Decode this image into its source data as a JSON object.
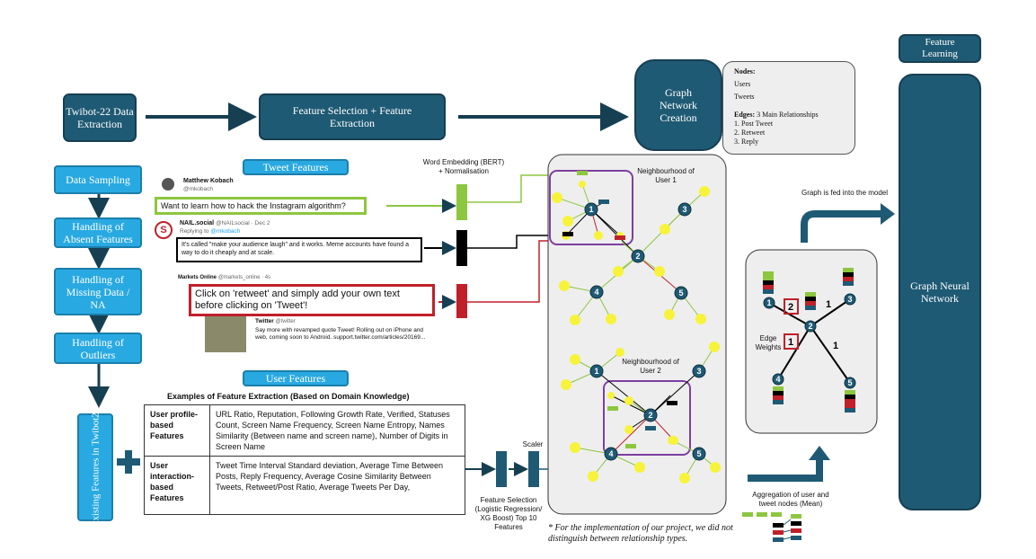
{
  "top_row": {
    "twibot": "Twibot-22 Data Extraction",
    "feature_sel": "Feature Selection + Feature Extraction",
    "graph_net": "Graph Network Creation",
    "feature_learning": "Feature Learning",
    "gnn": "Graph Neural Network"
  },
  "legend": {
    "nodes_title": "Nodes:",
    "users": "Users",
    "tweets": "Tweets",
    "edges_title": "Edges:",
    "edges_sub": "3 Main Relationships",
    "rel": [
      "1.   Post Tweet",
      "2.   Retweet",
      "3.   Reply"
    ]
  },
  "pipeline": [
    "Data Sampling",
    "Handling of Absent Features",
    "Handling of Missing Data / NA",
    "Handling of Outliers"
  ],
  "existing": "Existing Features in Twibot22",
  "tweet_features": "Tweet Features",
  "user_features": "User Features",
  "word_embed": "Word Embedding (BERT) + Normalisation",
  "tweets": {
    "t1_name": "Matthew Kobach",
    "t1_handle": "@mkobach",
    "t1_text": "Want to learn how to hack the Instagram algorithm?",
    "t2_name": "NAIL.social",
    "t2_handle": "@NAILsocial · Dec 2",
    "t2_reply": "Replying to",
    "t2_reply_to": "@mkobach",
    "t2_text": "It's called \"make your audience laugh\" and it works. Meme accounts have found a way to do it cheaply and at scale.",
    "t3_name": "Markets Online",
    "t3_handle": "@markets_online · 4s",
    "t3_text": "Click on 'retweet' and simply add your own text before clicking on 'Tweet'!",
    "t4_name": "Twitter",
    "t4_handle": "@twitter",
    "t4_text": "Say more with revamped quote Tweet! Rolling out on iPhone and web, coming soon to Android. support.twitter.com/articles/20169..."
  },
  "table": {
    "title": "Examples of Feature Extraction (Based on Domain Knowledge)",
    "rows": [
      {
        "head": "User profile-based Features",
        "body": "URL Ratio, Reputation, Following Growth Rate, Verified, Statuses Count, Screen Name Frequency, Screen Name Entropy, Names Similarity (Between name and screen name), Number of Digits in Screen Name"
      },
      {
        "head": "User interaction-based Features",
        "body": "Tweet Time Interval Standard deviation, Average Time Between Posts, Reply Frequency, Average Cosine Similarity Between Tweets, Retweet/Post Ratio, Average Tweets Per Day,"
      }
    ]
  },
  "scaler": "Scaler",
  "feature_selection_cap": "Feature Selection (Logistic Regression/ XG Boost) Top 10 Features",
  "footnote": "* For the implementation of our project, we did not distinguish between relationship types.",
  "neigh1": "Neighbourhood of User 1",
  "neigh2": "Neighbourhood of User 2",
  "graph_fed": "Graph is fed into the model",
  "edge_weights": "Edge Weights",
  "aggregation": "Aggregation of user and tweet nodes (Mean)",
  "colors": {
    "dark": "#1f5a74",
    "light": "#29a9e1",
    "green": "#8dc63f",
    "red": "#c0202a",
    "yellow": "#f7f33a"
  }
}
